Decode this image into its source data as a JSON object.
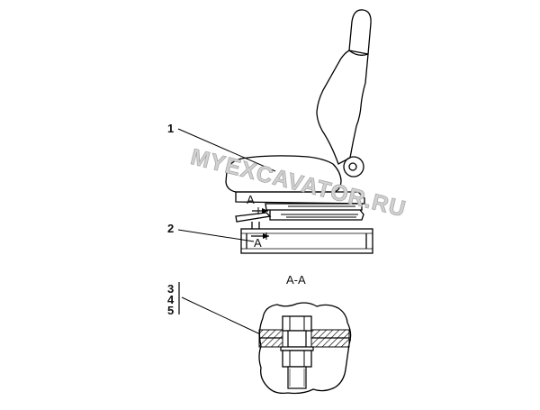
{
  "drawing": {
    "callouts": {
      "c1": "1",
      "c2": "2",
      "c3": "3",
      "c4": "4",
      "c5": "5"
    },
    "section_marks": {
      "upper": "A",
      "lower": "A",
      "title": "A-A"
    },
    "watermark": "MYEXCAVATOR.RU"
  }
}
